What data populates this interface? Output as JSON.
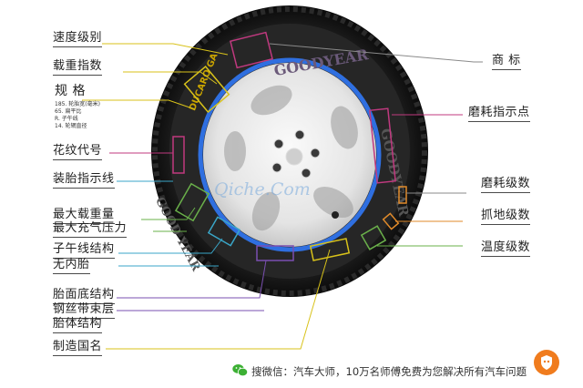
{
  "labels_left": {
    "speed_rating": "速度级别",
    "load_index": "载重指数",
    "size": "规 格",
    "size_note_1": "185. 轮胎宽(毫米)",
    "size_note_2": "65. 扁平比",
    "size_note_3": "R. 子午线",
    "size_note_4": "14. 轮辋直径",
    "tread_code": "花纹代号",
    "mounting_line": "装胎指示线",
    "max_load": "最大载重量",
    "max_pressure": "最大充气压力",
    "radial_structure": "子午线结构",
    "tubeless": "无内胎",
    "tread_base": "胎面底结构",
    "steel_belt": "钢丝带束层",
    "body_structure": "胎体结构",
    "country": "制造国名"
  },
  "labels_right": {
    "brand_mark": "商 标",
    "wear_indicator": "磨耗指示点",
    "treadwear": "磨耗级数",
    "traction": "抓地级数",
    "temperature": "温度级数"
  },
  "tire": {
    "brand_text": "GOODYEAR",
    "model_text": "DUCARO GA",
    "brand_text_lower": "GOOD YEAR"
  },
  "watermark": "Qiche.Com",
  "footer": {
    "text": "搜微信：汽车大师，10万名师傅免费为您解决所有汽车问题"
  },
  "colors": {
    "line_magenta": "#c0397f",
    "line_yellow": "#d8c21a",
    "line_gray": "#8a8a8a",
    "line_green": "#6ab04a",
    "line_cyan": "#3aa6c8",
    "line_purple": "#7a4fb0",
    "line_orange": "#e08a2a",
    "rim_blue": "#2f6fe0",
    "badge_orange": "#f07c1e"
  }
}
